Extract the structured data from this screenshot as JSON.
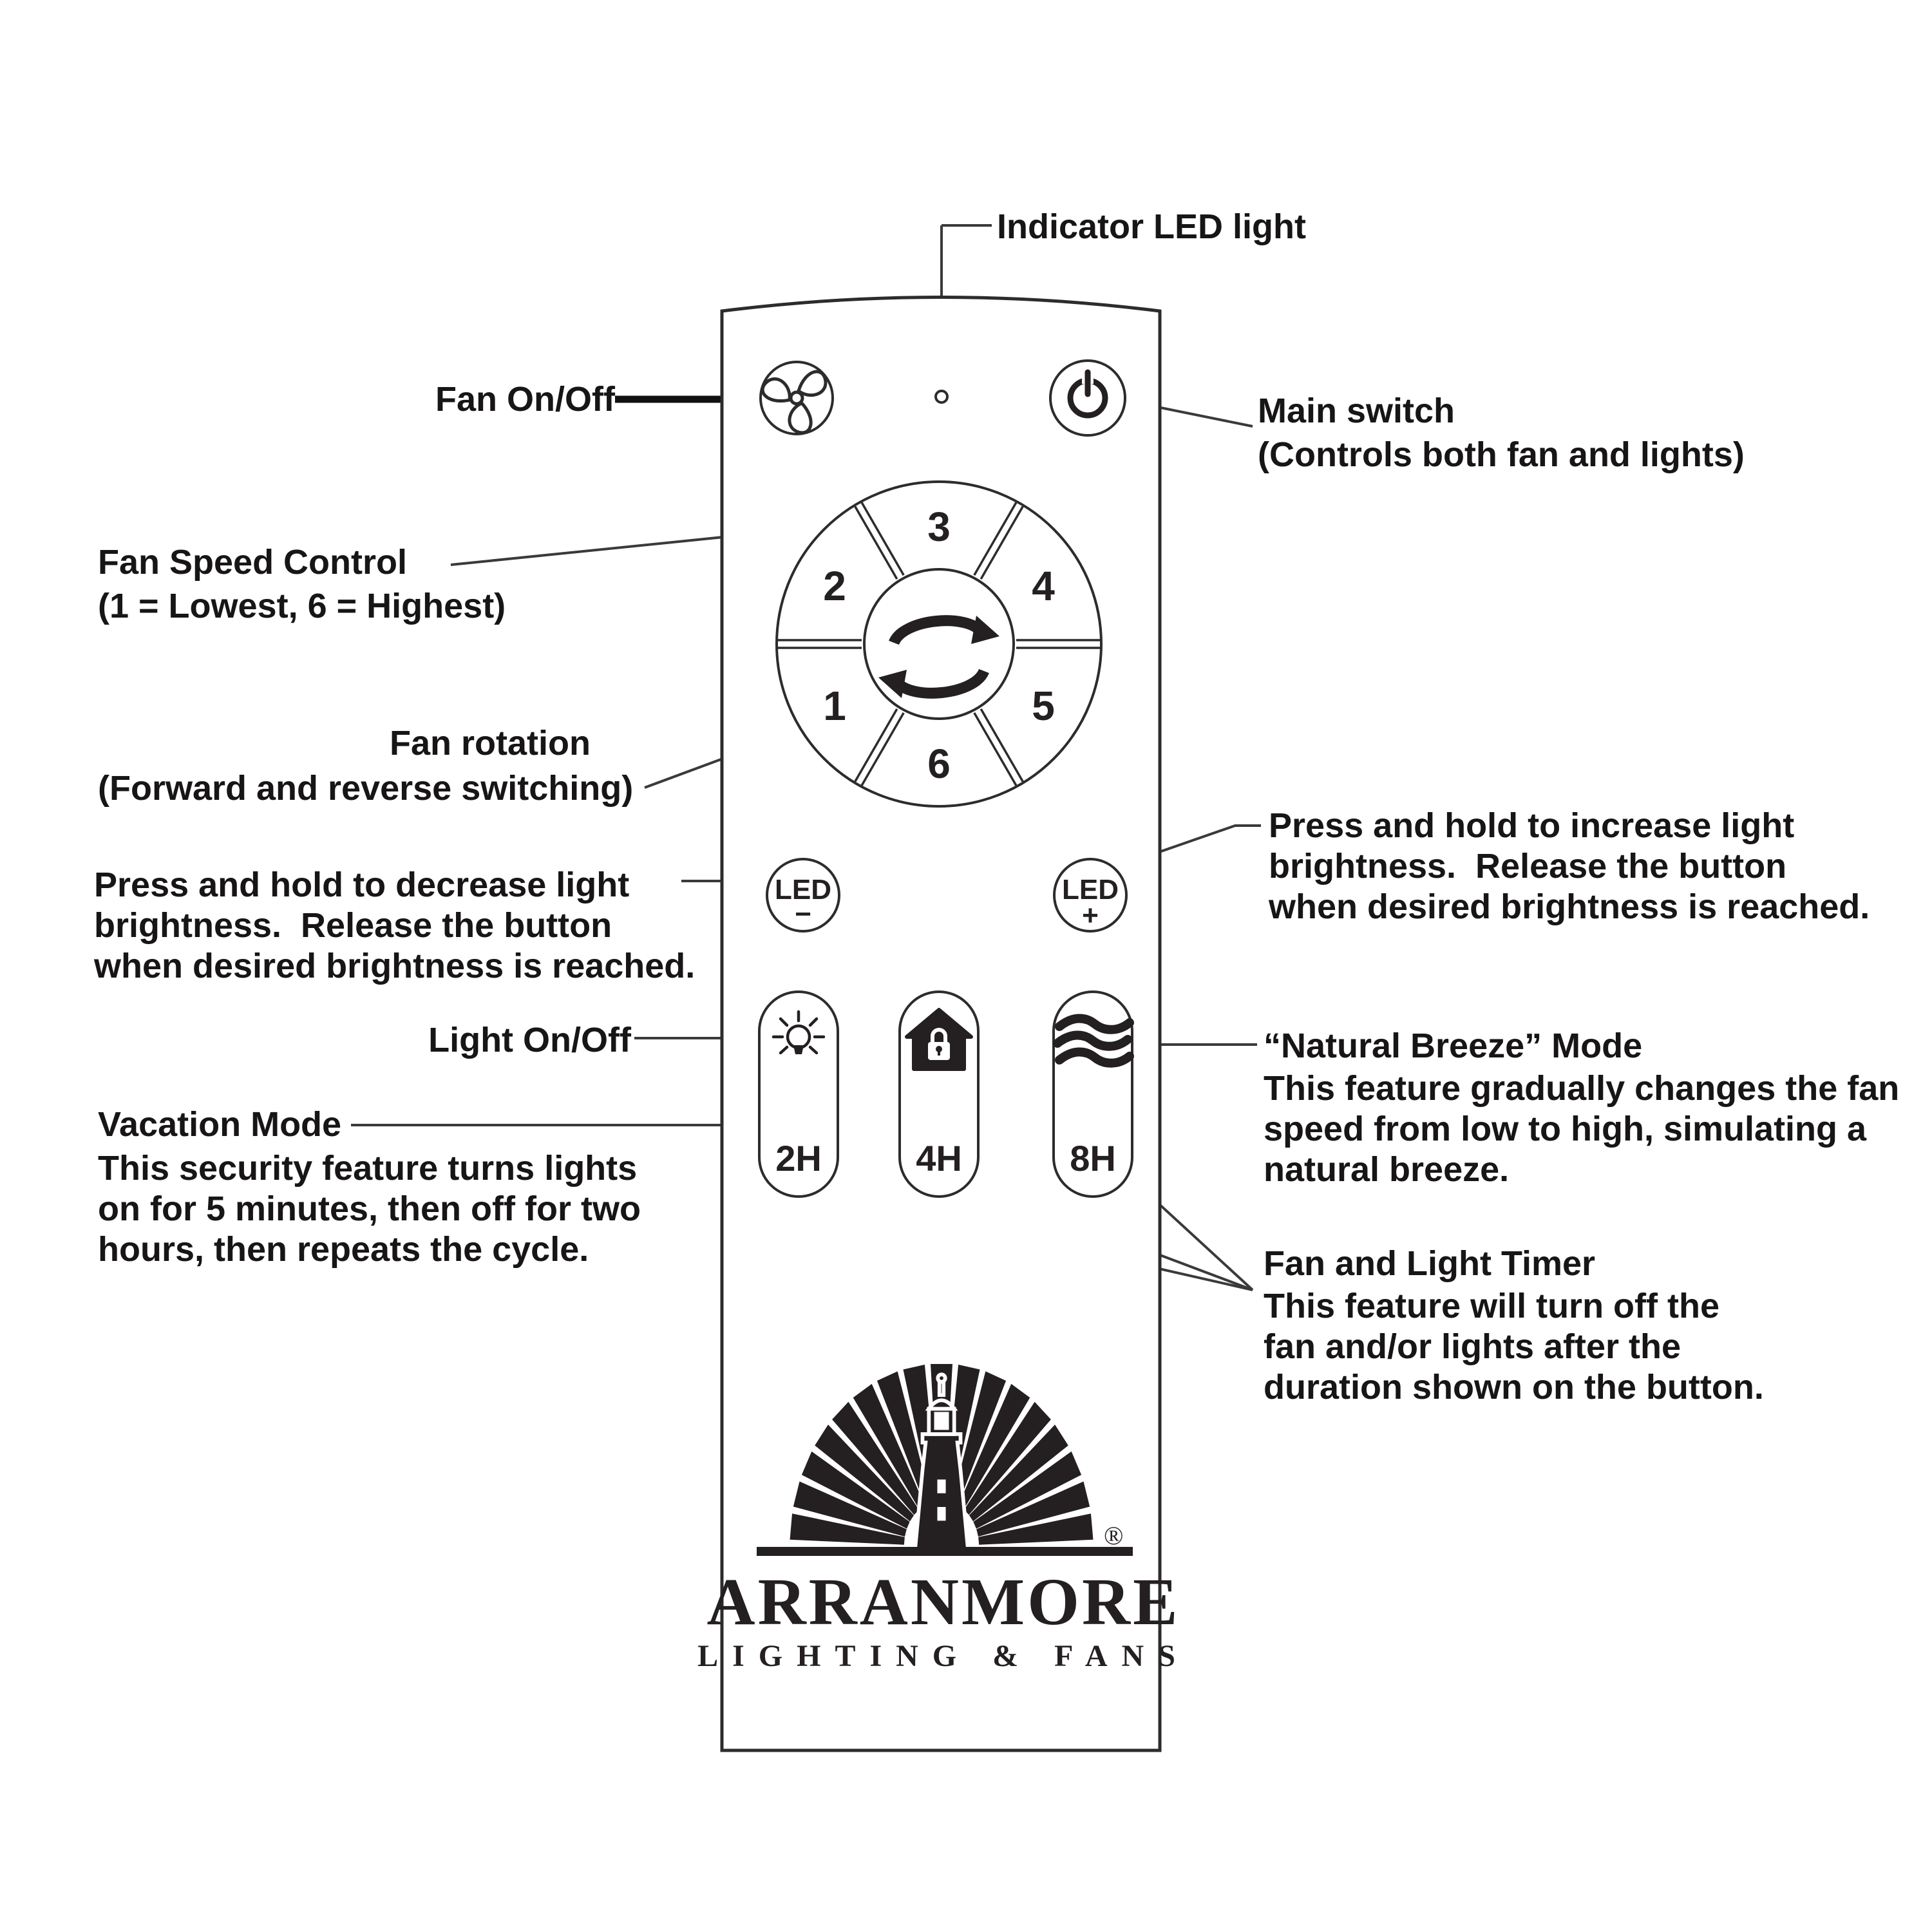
{
  "colors": {
    "ink": "#241f20",
    "line": "#3a3a3a",
    "text": "#171515"
  },
  "annotations": {
    "indicator": "Indicator LED light",
    "fan_on_off": "Fan On/Off",
    "main_switch_1": "Main switch",
    "main_switch_2": "(Controls both fan and lights)",
    "fan_speed_1": "Fan Speed Control",
    "fan_speed_2": "(1 = Lowest, 6 = Highest)",
    "fan_rotation_1": "Fan rotation",
    "fan_rotation_2": "(Forward and reverse switching)",
    "decrease_1": "Press and hold to decrease light",
    "decrease_2": "brightness.  Release the button",
    "decrease_3": "when desired brightness is reached.",
    "increase_1": "Press and hold to increase light",
    "increase_2": "brightness.  Release the button",
    "increase_3": "when desired brightness is reached.",
    "light_on_off": "Light On/Off",
    "vacation_title": "Vacation Mode",
    "vacation_1": "This security feature turns lights",
    "vacation_2": "on for 5 minutes, then off for two",
    "vacation_3": "hours, then repeats the cycle.",
    "breeze_title": "“Natural Breeze” Mode",
    "breeze_1": "This feature gradually changes the fan",
    "breeze_2": "speed from low to high, simulating a",
    "breeze_3": "natural breeze.",
    "timer_title": "Fan and Light Timer",
    "timer_1": "This feature will turn off the",
    "timer_2": "fan and/or lights after the",
    "timer_3": "duration shown on the button."
  },
  "remote": {
    "dial": {
      "n1": "1",
      "n2": "2",
      "n3": "3",
      "n4": "4",
      "n5": "5",
      "n6": "6"
    },
    "led_minus": {
      "label": "LED",
      "sign": "−"
    },
    "led_plus": {
      "label": "LED",
      "sign": "+"
    },
    "timers": {
      "t2": "2H",
      "t4": "4H",
      "t8": "8H"
    },
    "icons": [
      "fan-icon",
      "power-icon",
      "indicator-led-dot",
      "rotation-sync-icon",
      "light-bulb-icon",
      "vacation-house-lock-icon",
      "breeze-waves-icon",
      "lighthouse-logo"
    ]
  },
  "logo": {
    "brand": "ARRANMORE",
    "tagline": "LIGHTING & FANS",
    "registered": "®"
  }
}
